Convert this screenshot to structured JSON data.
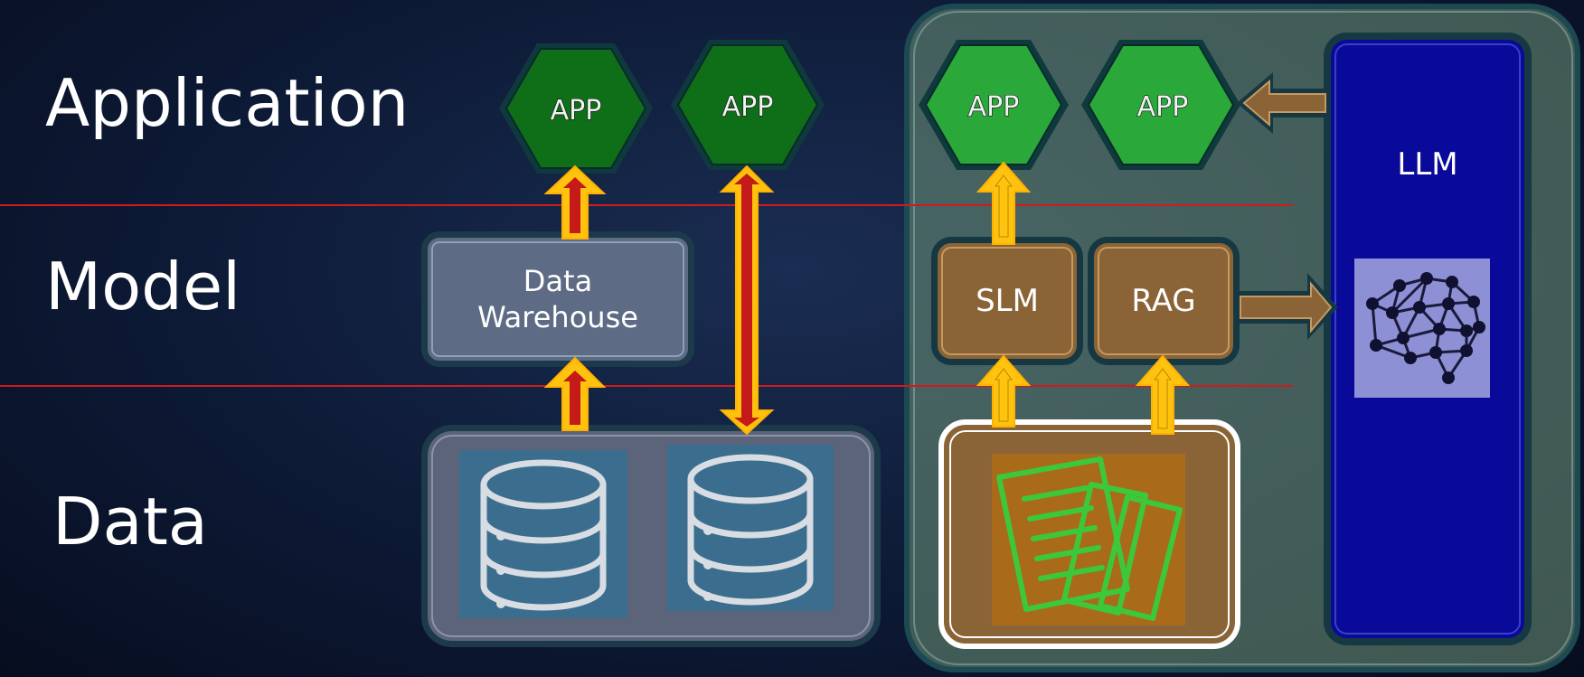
{
  "layers": {
    "application": "Application",
    "model": "Model",
    "data": "Data"
  },
  "apps": {
    "app1": "APP",
    "app2": "APP",
    "app3": "APP",
    "app4": "APP"
  },
  "data_warehouse": {
    "line1": "Data",
    "line2": "Warehouse"
  },
  "slm": "SLM",
  "rag": "RAG",
  "llm": "LLM",
  "icons": {
    "database": "database-icon",
    "documents": "documents-icon",
    "neural_network": "neural-network-icon"
  },
  "colors": {
    "app_dark": "#0f6e18",
    "app_light": "#2aa83a",
    "arrow_yellow": "#ffc20e",
    "arrow_red": "#c41a1a",
    "model_box": "#8a6437",
    "llm": "#0a0a9a",
    "divider": "#d11a1a"
  }
}
